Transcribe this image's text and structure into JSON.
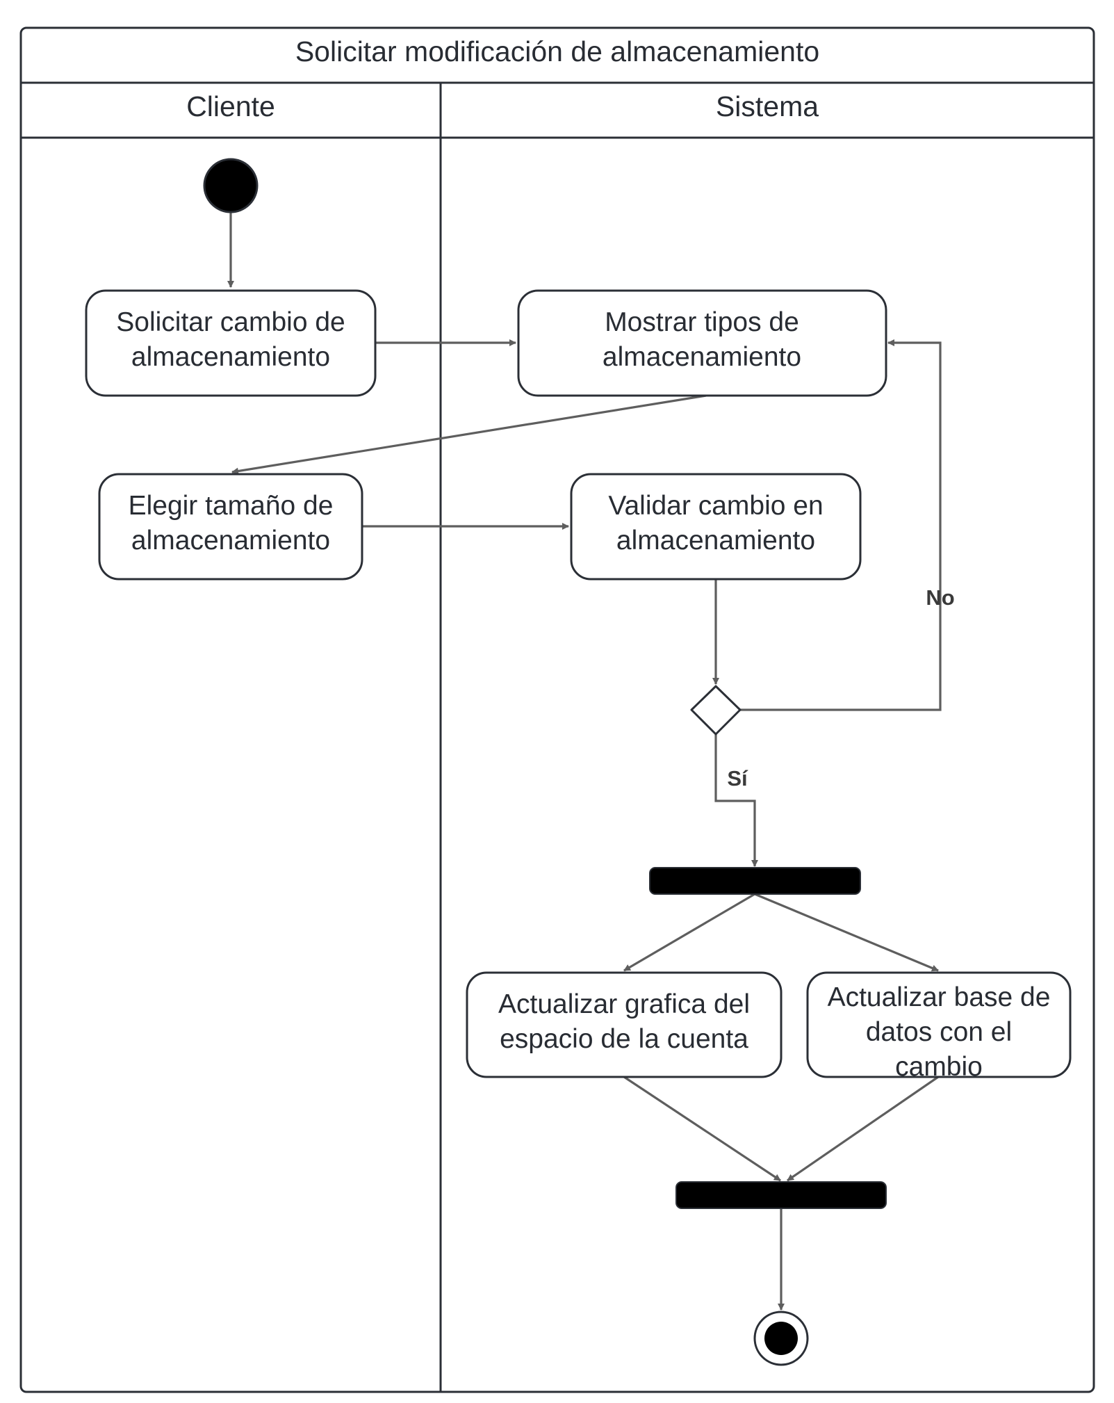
{
  "title": "Solicitar modificación de almacenamiento",
  "lanes": [
    {
      "id": "cliente",
      "label": "Cliente"
    },
    {
      "id": "sistema",
      "label": "Sistema"
    }
  ],
  "nodes": {
    "start": {
      "type": "initial"
    },
    "solicitar": {
      "type": "action",
      "lane": "cliente",
      "lines": [
        "Solicitar cambio de",
        "almacenamiento"
      ]
    },
    "mostrar": {
      "type": "action",
      "lane": "sistema",
      "lines": [
        "Mostrar tipos de",
        "almacenamiento"
      ]
    },
    "elegir": {
      "type": "action",
      "lane": "cliente",
      "lines": [
        "Elegir tamaño de",
        "almacenamiento"
      ]
    },
    "validar": {
      "type": "action",
      "lane": "sistema",
      "lines": [
        "Validar cambio en",
        "almacenamiento"
      ]
    },
    "decision": {
      "type": "decision"
    },
    "fork": {
      "type": "fork"
    },
    "grafica": {
      "type": "action",
      "lane": "sistema",
      "lines": [
        "Actualizar grafica del",
        "espacio de la cuenta"
      ]
    },
    "basedatos": {
      "type": "action",
      "lane": "sistema",
      "lines": [
        "Actualizar base de",
        "datos con el",
        "cambio"
      ]
    },
    "join": {
      "type": "join"
    },
    "end": {
      "type": "final"
    }
  },
  "edges": [
    {
      "from": "start",
      "to": "solicitar"
    },
    {
      "from": "solicitar",
      "to": "mostrar"
    },
    {
      "from": "mostrar",
      "to": "elegir"
    },
    {
      "from": "elegir",
      "to": "validar"
    },
    {
      "from": "validar",
      "to": "decision"
    },
    {
      "from": "decision",
      "to": "mostrar",
      "label": "No"
    },
    {
      "from": "decision",
      "to": "fork",
      "label": "Sí"
    },
    {
      "from": "fork",
      "to": "grafica"
    },
    {
      "from": "fork",
      "to": "basedatos"
    },
    {
      "from": "grafica",
      "to": "join"
    },
    {
      "from": "basedatos",
      "to": "join"
    },
    {
      "from": "join",
      "to": "end"
    }
  ],
  "colors": {
    "frame": "#2b2f36",
    "edge": "#5e5e5e",
    "node_fill": "#ffffff",
    "bar_fill": "#000000",
    "text": "#282c33"
  }
}
